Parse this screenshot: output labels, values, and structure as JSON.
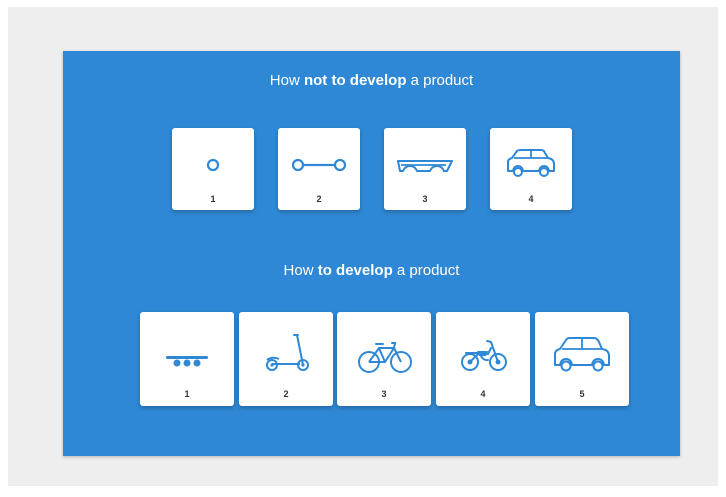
{
  "top_section": {
    "heading_prefix": "How ",
    "heading_bold": "not to develop",
    "heading_suffix": " a product",
    "cards": [
      {
        "number": "1",
        "icon": "wheel-icon"
      },
      {
        "number": "2",
        "icon": "axle-icon"
      },
      {
        "number": "3",
        "icon": "car-body-icon"
      },
      {
        "number": "4",
        "icon": "car-icon"
      }
    ]
  },
  "bottom_section": {
    "heading_prefix": "How ",
    "heading_bold": "to develop",
    "heading_suffix": " a product",
    "cards": [
      {
        "number": "1",
        "icon": "skateboard-icon"
      },
      {
        "number": "2",
        "icon": "scooter-icon"
      },
      {
        "number": "3",
        "icon": "bicycle-icon"
      },
      {
        "number": "4",
        "icon": "motorcycle-icon"
      },
      {
        "number": "5",
        "icon": "car-icon"
      }
    ]
  },
  "colors": {
    "background": "#2f88d5",
    "card": "#ffffff",
    "icon": "#2f88d5",
    "frame": "#eeeeee"
  }
}
